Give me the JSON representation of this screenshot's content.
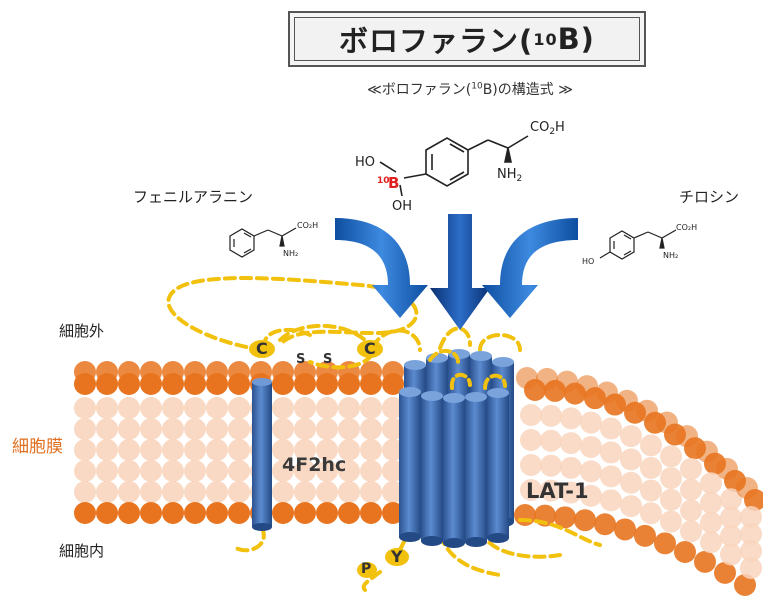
{
  "title": {
    "main": "ボロファラン(",
    "isotope": "10",
    "element": "B)"
  },
  "subtitle": {
    "prefix": "≪ボロファラン(",
    "isotope": "10",
    "suffix": "B)の構造式 ≫"
  },
  "molecules": {
    "boron": {
      "ho_top": "HO",
      "isotope": "10",
      "boron": "B",
      "oh_bottom": "OH",
      "acid": "CO",
      "acid_sub": "2",
      "acid_h": "H",
      "amine": "NH",
      "amine_sub": "2"
    },
    "phenylalanine": {
      "name": "フェニルアラニン",
      "acid": "CO₂H",
      "amine": "NH₂"
    },
    "tyrosine": {
      "name": "チロシン",
      "ho": "HO",
      "acid": "CO₂H",
      "amine": "NH₂"
    }
  },
  "regions": {
    "outside": "細胞外",
    "membrane": "細胞膜",
    "inside": "細胞内"
  },
  "proteins": {
    "heavy_chain": "4F2hc",
    "transporter": "LAT-1"
  },
  "residues": {
    "c_left": "C",
    "s_left": "S",
    "s_right": "S",
    "c_right": "C",
    "y": "Y",
    "p": "P"
  },
  "colors": {
    "lipid_dark": "#e8741f",
    "lipid_light": "#f8d5bd",
    "protein_blue": "#3f6fb0",
    "chain_yellow": "#f2c10e",
    "arrow_blue": "#1f66b4",
    "boron_red": "#e02020"
  }
}
